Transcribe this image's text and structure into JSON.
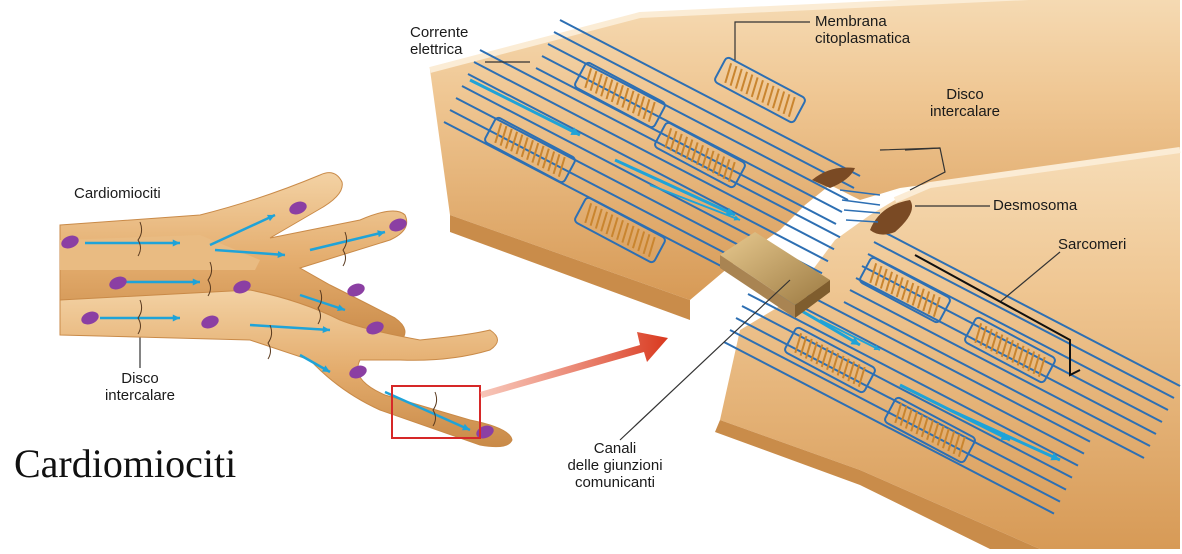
{
  "labels": {
    "corrente": "Corrente\nelettrica",
    "membrana": "Membrana\ncitoplasmatica",
    "disco_top": "Disco\nintercalare",
    "desmosoma": "Desmosoma",
    "sarcomeri": "Sarcomeri",
    "cardiomiociti_small": "Cardiomiociti",
    "disco_left": "Disco\nintercalare",
    "canali": "Canali\ndelle giunzioni\ncomunicanti",
    "title": "Cardiomiociti"
  },
  "colors": {
    "cell_fill": "#e8b67c",
    "cell_dark": "#c98c4a",
    "membrane_edge": "#f7e2c2",
    "myofibril": "#2d6fb3",
    "arrow": "#1fa3d8",
    "nucleus": "#8b3fa3",
    "highlight_box": "#d62828",
    "pointer_arrow": "#d9381e",
    "desmosome": "#7a4a24",
    "gap_channel": "#c9a56a"
  }
}
